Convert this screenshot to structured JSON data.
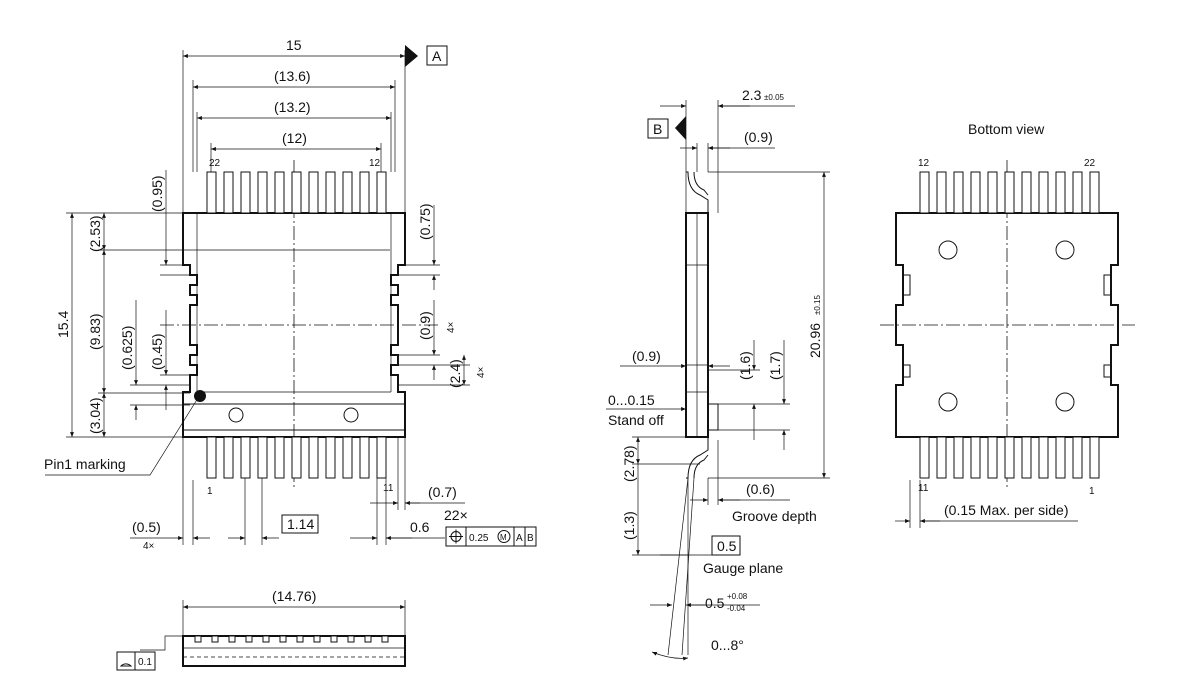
{
  "top_view": {
    "dim_overall_width": "15",
    "datum_a": "A",
    "dim_width_13_6": "(13.6)",
    "dim_width_13_2": "(13.2)",
    "dim_width_12": "(12)",
    "pin_22": "22",
    "pin_12": "12",
    "pin_1": "1",
    "pin_11": "11",
    "dim_height_15_4": "15.4",
    "dim_0_95": "(0.95)",
    "dim_2_53": "(2.53)",
    "dim_9_83": "(9.83)",
    "dim_0_625": "(0.625)",
    "dim_0_45": "(0.45)",
    "dim_3_04": "(3.04)",
    "dim_0_75": "(0.75)",
    "dim_0_9": "(0.9)",
    "mult_4x_a": "4×",
    "dim_2_4": "(2.4)",
    "mult_4x_b": "4×",
    "pin1_marking": "Pin1 marking",
    "dim_0_5": "(0.5)",
    "mult_4x_c": "4×",
    "basic_pitch": "1.14",
    "dim_0_7": "(0.7)",
    "dim_0_6": "0.6",
    "mult_22x": "22×",
    "fcf_tol": "0.25",
    "fcf_m": "M",
    "fcf_a": "A",
    "fcf_b": "B"
  },
  "front_view": {
    "dim_14_76": "(14.76)",
    "flatness_value": "0.1"
  },
  "side_view": {
    "dim_2_3": "2.3",
    "dim_2_3_tol": "±0.05",
    "datum_b": "B",
    "dim_0_9_top": "(0.9)",
    "dim_20_96": "20.96",
    "dim_20_96_tol": "±0.15",
    "dim_0_9_mid": "(0.9)",
    "dim_1_6": "(1.6)",
    "dim_1_7": "(1.7)",
    "standoff_value": "0...0.15",
    "standoff_label": "Stand off",
    "dim_2_78": "(2.78)",
    "dim_0_6": "(0.6)",
    "groove_label": "Groove depth",
    "dim_1_3": "(1.3)",
    "gauge_value": "0.5",
    "gauge_label": "Gauge plane",
    "lead_thk": "0.5",
    "lead_thk_plus": "+0.08",
    "lead_thk_minus": "-0.04",
    "angle": "0...8°"
  },
  "bottom_view": {
    "title": "Bottom view",
    "pin_12": "12",
    "pin_22": "22",
    "pin_11": "11",
    "pin_1": "1",
    "note": "(0.15 Max. per side)"
  }
}
